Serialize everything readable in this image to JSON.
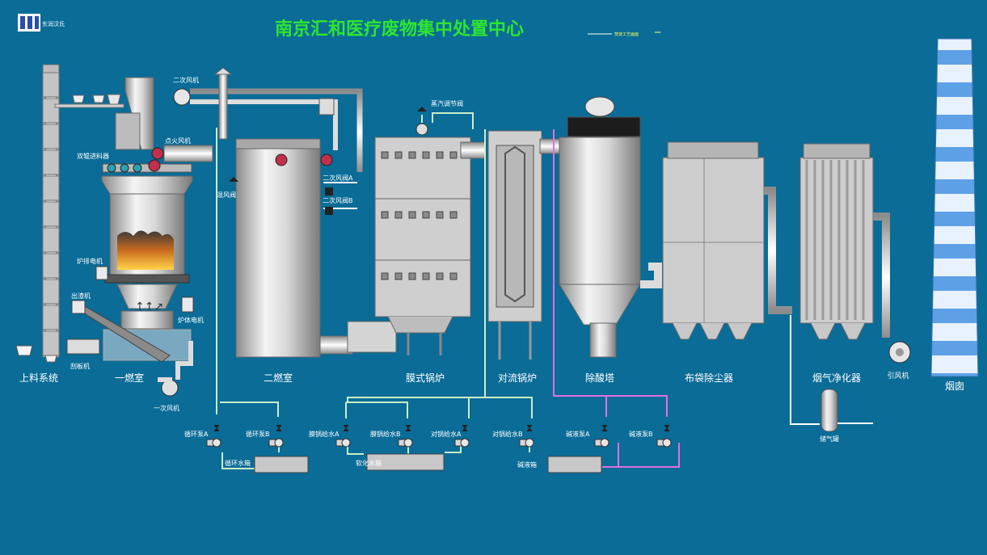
{
  "header": {
    "logo_text": "东润汉氏",
    "title": "南京汇和医疗废物集中处置中心",
    "subtitle": "焚烧工艺画面",
    "subtitle_mark": "━━"
  },
  "colors": {
    "background": "#0a6c97",
    "title": "#2ee62e",
    "pipe_water": "#c8f0c8",
    "pipe_gas": "#e6e6e6",
    "pipe_alkali": "#e070e0",
    "equipment": "#c8c8c8"
  },
  "stages": {
    "feed": "上料系统",
    "primary": "一燃室",
    "secondary": "二燃室",
    "membrane": "膜式锅炉",
    "convection": "对流锅炉",
    "deacid": "除酸塔",
    "baghouse": "布袋除尘器",
    "purifier": "烟气净化器",
    "fan": "引风机",
    "chimney": "烟囱"
  },
  "devices": {
    "secondary_air_fan": "二次风机",
    "ignition_fan": "点火风机",
    "twin_roller_feeder": "双辊进料器",
    "furnace_motor": "炉排电机",
    "slag_machine": "出渣机",
    "scraper": "刮板机",
    "furnace_body_motor": "炉体电机",
    "primary_air_fan": "一次风机",
    "mix_air_valve": "混风阀",
    "secondary_air_valve_a": "二次风阀A",
    "secondary_air_valve_b": "二次风阀B",
    "steam_valve": "蒸汽调节阀",
    "gas_tank": "储气罐"
  },
  "pumps": {
    "circ_a": "循环泵A",
    "circ_b": "循环泵B",
    "membrane_feed_a": "膜锅给水A",
    "membrane_feed_b": "膜锅给水B",
    "conv_feed_a": "对锅给水A",
    "conv_feed_b": "对锅给水B",
    "alkali_a": "碱液泵A",
    "alkali_b": "碱液泵B"
  },
  "tanks": {
    "circ_tank": "循环水箱",
    "soft_tank": "软化水箱",
    "alkali_tank": "碱液箱"
  }
}
